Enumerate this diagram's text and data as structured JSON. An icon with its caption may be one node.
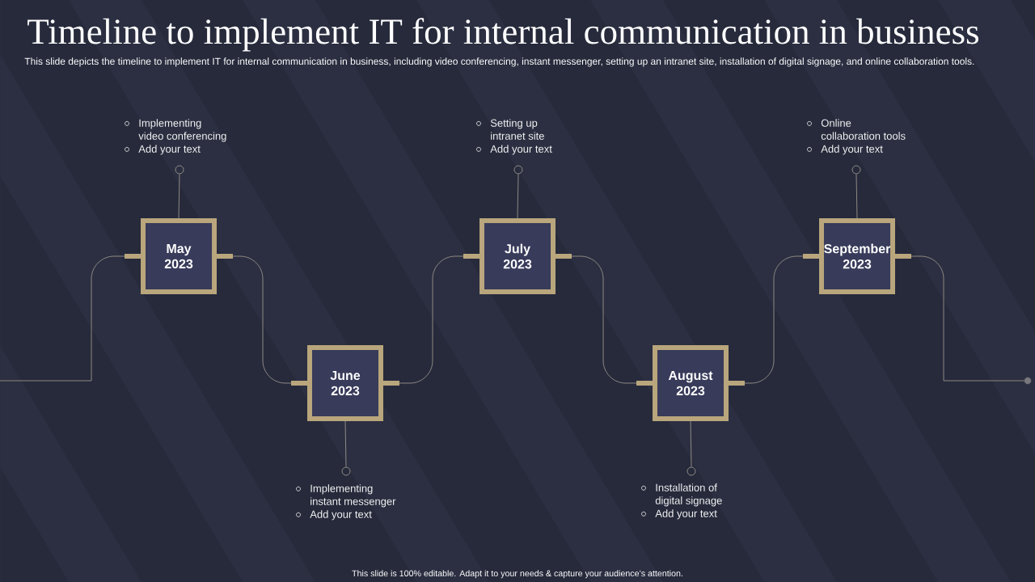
{
  "diagram": {
    "title": "Timeline to implement IT for internal communication in business",
    "nodes": [
      {
        "text": [
          "May 2023"
        ]
      },
      {
        "text": [
          "June 2023"
        ]
      },
      {
        "text": [
          "July 2023"
        ]
      },
      {
        "text": [
          "August 2023"
        ]
      },
      {
        "text": [
          "September 2023"
        ]
      },
      {
        "text": [
          "Implementing video conferencing",
          "Add your text"
        ]
      },
      {
        "text": [
          "Implementing instant messenger",
          "Add your text"
        ]
      },
      {
        "text": [
          "Setting up intranet site",
          "Add your text"
        ]
      },
      {
        "text": [
          "Installation of digital signage",
          "Add your text"
        ]
      },
      {
        "text": [
          "Online collaboration tools",
          "Add your text"
        ]
      },
      {
        "text": [],
        "shape": "circle"
      },
      {
        "text": [],
        "shape": "circle"
      },
      {
        "text": [],
        "shape": "circle"
      },
      {
        "text": [],
        "shape": "circle"
      },
      {
        "text": [],
        "shape": "circle"
      },
      {
        "text": [],
        "shape": "circle"
      }
    ],
    "edges": [
      {
        "from": null,
        "to": 0,
        "arrow": "none"
      },
      {
        "from": 0,
        "to": 1,
        "arrow": "none"
      },
      {
        "from": 1,
        "to": 2,
        "arrow": "none"
      },
      {
        "from": 2,
        "to": 3,
        "arrow": "none"
      },
      {
        "from": 3,
        "to": 4,
        "arrow": "none"
      },
      {
        "from": 4,
        "to": 15,
        "arrow": "none"
      },
      {
        "from": 0,
        "to": 10,
        "arrow": "none"
      },
      {
        "from": 1,
        "to": 11,
        "arrow": "none"
      },
      {
        "from": 2,
        "to": 12,
        "arrow": "none"
      },
      {
        "from": 3,
        "to": 13,
        "arrow": "none"
      },
      {
        "from": 4,
        "to": 14,
        "arrow": "none"
      }
    ],
    "labels": [
      "This slide depicts the timeline to implement IT for internal communication in business, including video conferencing, instant messenger, setting up an intranet site, installation of digital signage, and online collaboration tools.",
      "This slide is 100% editable. Adapt it to your needs & capture your audience’s attention."
    ]
  }
}
